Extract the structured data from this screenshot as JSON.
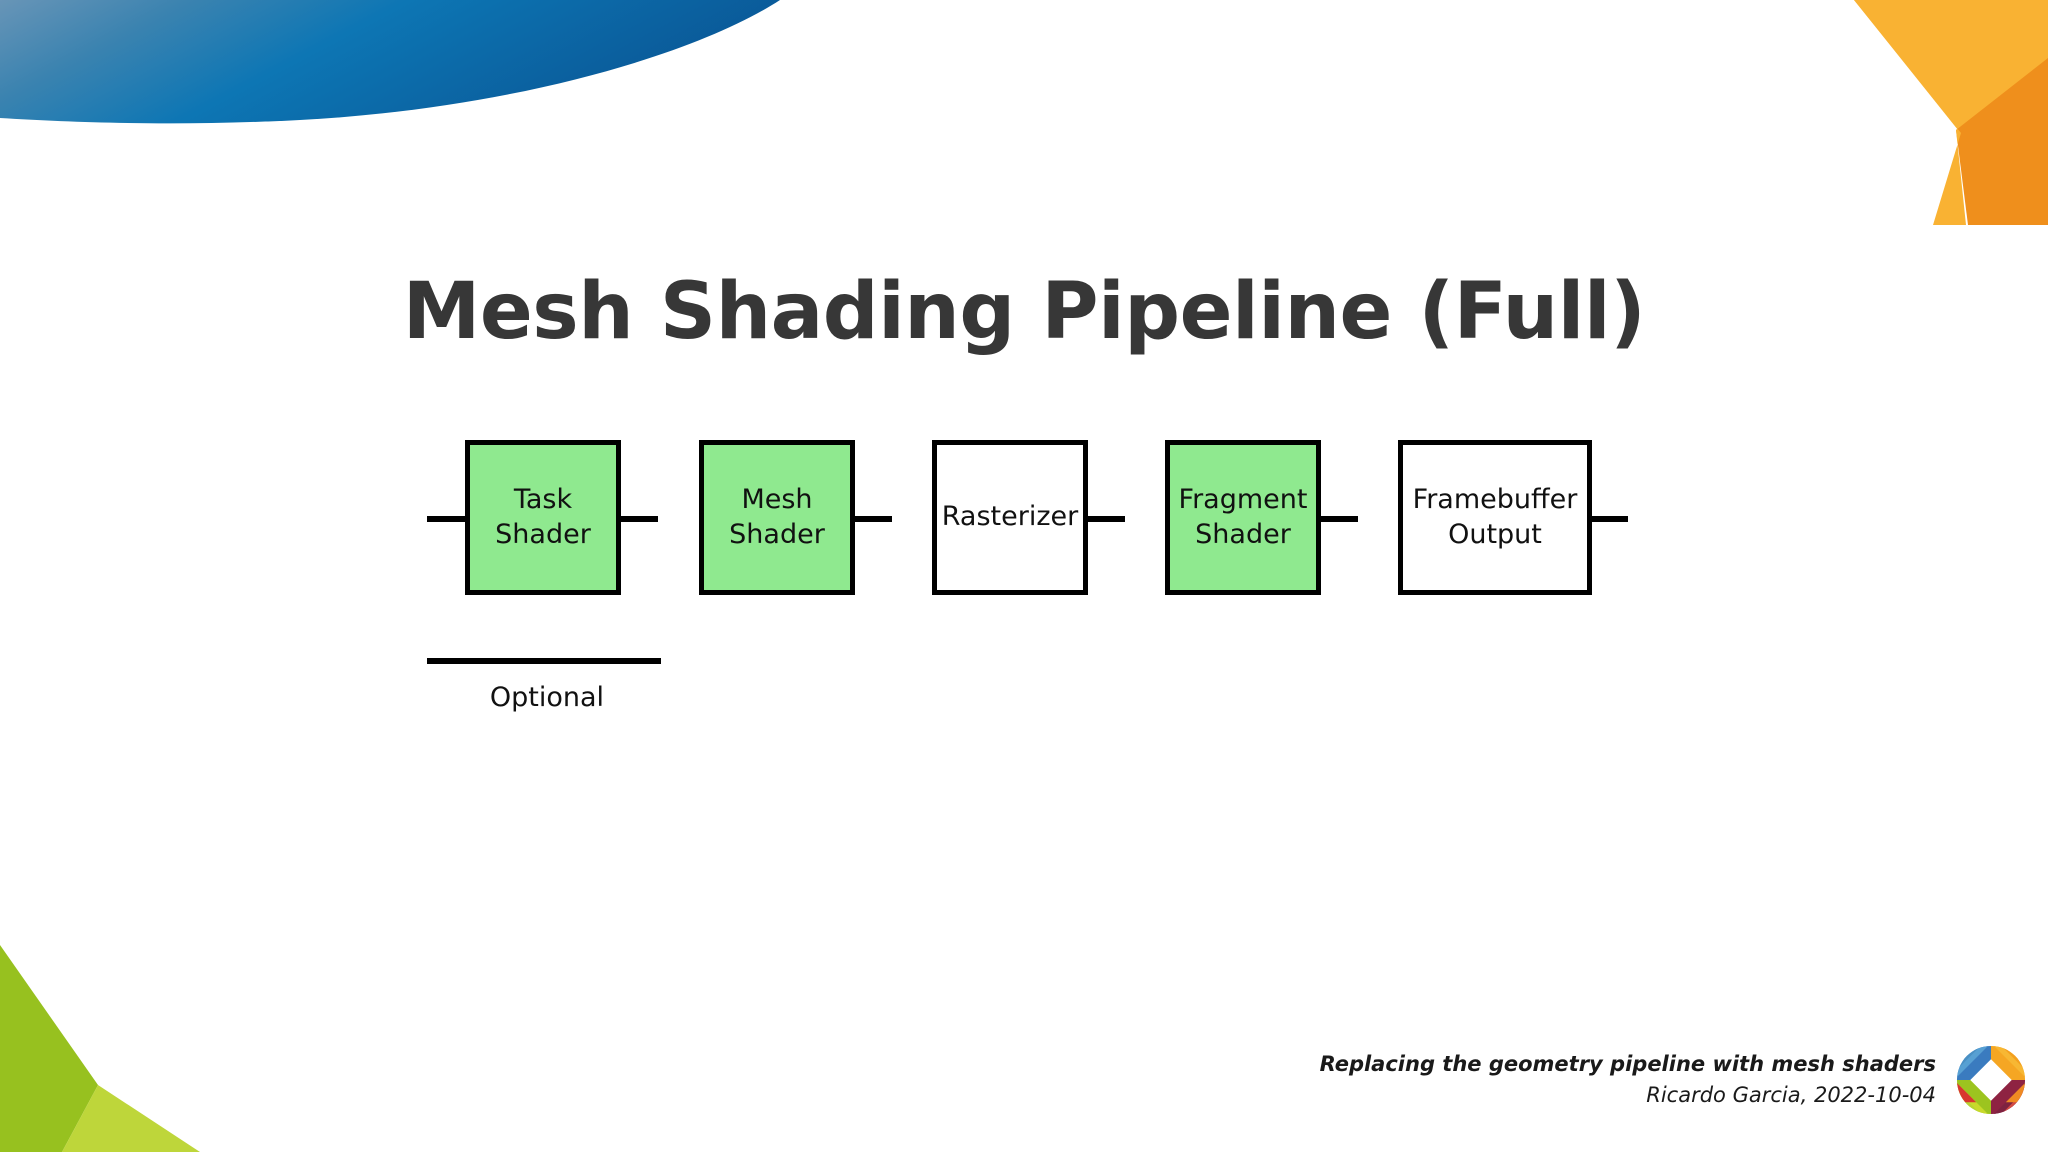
{
  "slide": {
    "title": "Mesh Shading Pipeline (Full)",
    "background_color": "#ffffff",
    "title_color": "#373737"
  },
  "pipeline": {
    "stages": [
      {
        "label_line1": "Task",
        "label_line2": "Shader",
        "optional": true,
        "fill": "#8fe98f",
        "type": "shader"
      },
      {
        "label_line1": "Mesh",
        "label_line2": "Shader",
        "optional": false,
        "fill": "#8fe98f",
        "type": "shader"
      },
      {
        "label_line1": "Rasterizer",
        "label_line2": "",
        "optional": false,
        "fill": "#ffffff",
        "type": "fixed-function"
      },
      {
        "label_line1": "Fragment",
        "label_line2": "Shader",
        "optional": false,
        "fill": "#8fe98f",
        "type": "shader"
      },
      {
        "label_line1": "Framebuffer",
        "label_line2": "Output",
        "optional": false,
        "fill": "#ffffff",
        "type": "fixed-function"
      }
    ]
  },
  "legend": {
    "optional_label": "Optional"
  },
  "footer": {
    "talk_title": "Replacing the geometry pipeline with mesh shaders",
    "author_and_date": "Ricardo Garcia, 2022-10-04",
    "logo_name": "igalia-logo"
  },
  "decorations": {
    "top_left_wave": {
      "name": "blue-wave-shape",
      "color_start": "#5d8fb3",
      "color_end": "#0a5fa0"
    },
    "top_right_corner": {
      "name": "orange-triangles-shape",
      "color_light": "#f9b233",
      "color_dark": "#ef8f1c"
    },
    "bottom_left_corner": {
      "name": "green-triangles-shape",
      "color_dark": "#97c11f",
      "color_light": "#bed63a"
    }
  }
}
